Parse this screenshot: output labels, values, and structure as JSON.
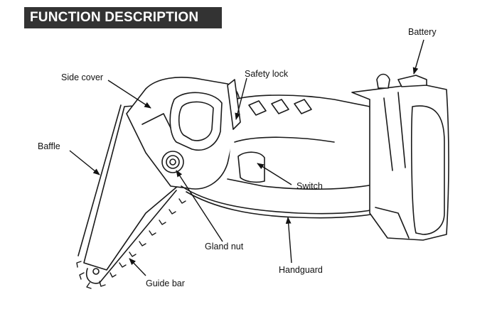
{
  "header": {
    "title": "FUNCTION DESCRIPTION"
  },
  "labels": {
    "battery": "Battery",
    "safety_lock": "Safety lock",
    "side_cover": "Side cover",
    "baffle": "Baffle",
    "switch": "Switch",
    "gland_nut": "Gland nut",
    "handguard": "Handguard",
    "guide_bar": "Guide bar"
  }
}
